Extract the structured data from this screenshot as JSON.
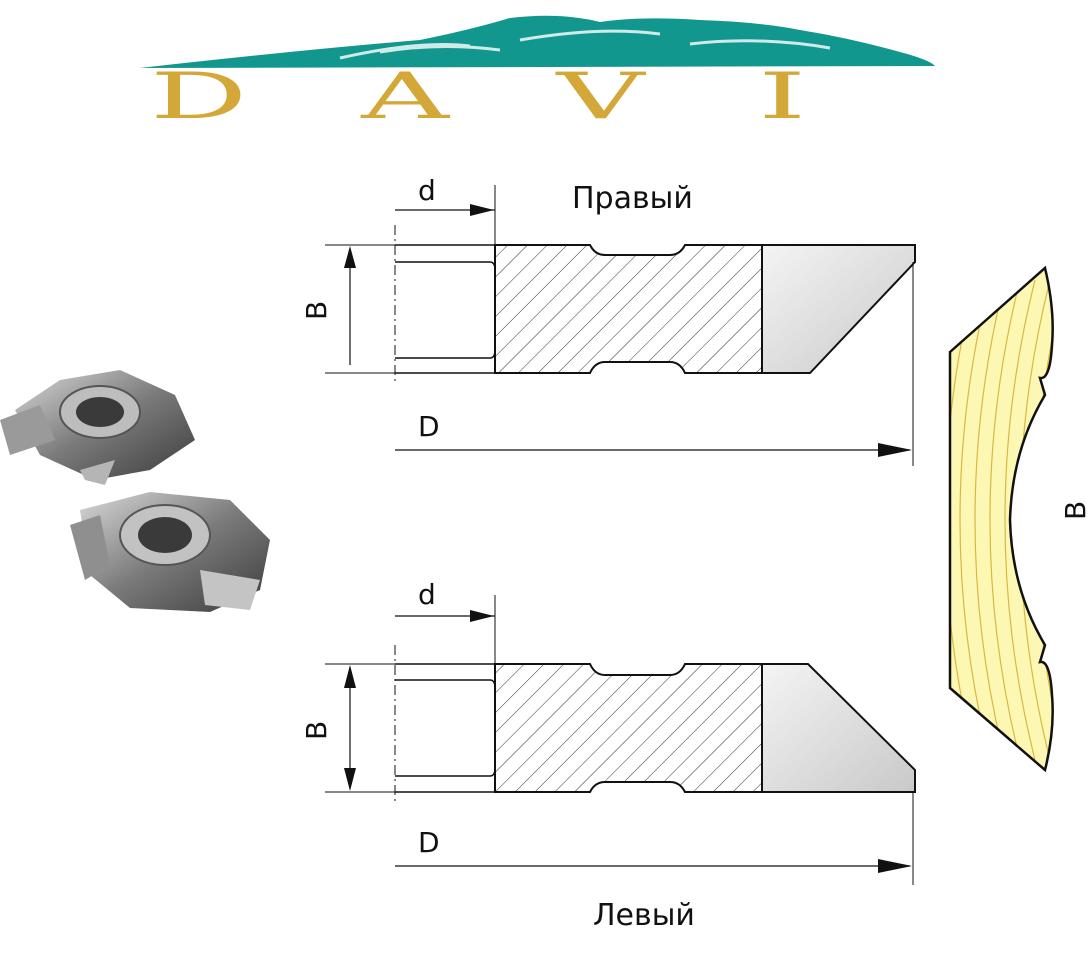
{
  "logo": {
    "text": "DAVI",
    "wave_color": "#12978e",
    "text_color": "#d4a838"
  },
  "top_diagram": {
    "title": "Правый",
    "bore_label": "d",
    "width_label": "B",
    "diameter_label": "D"
  },
  "bottom_diagram": {
    "title": "Левый",
    "bore_label": "d",
    "width_label": "B",
    "diameter_label": "D"
  },
  "profile": {
    "width_label": "B",
    "wood_color": "#fdf7b4"
  }
}
